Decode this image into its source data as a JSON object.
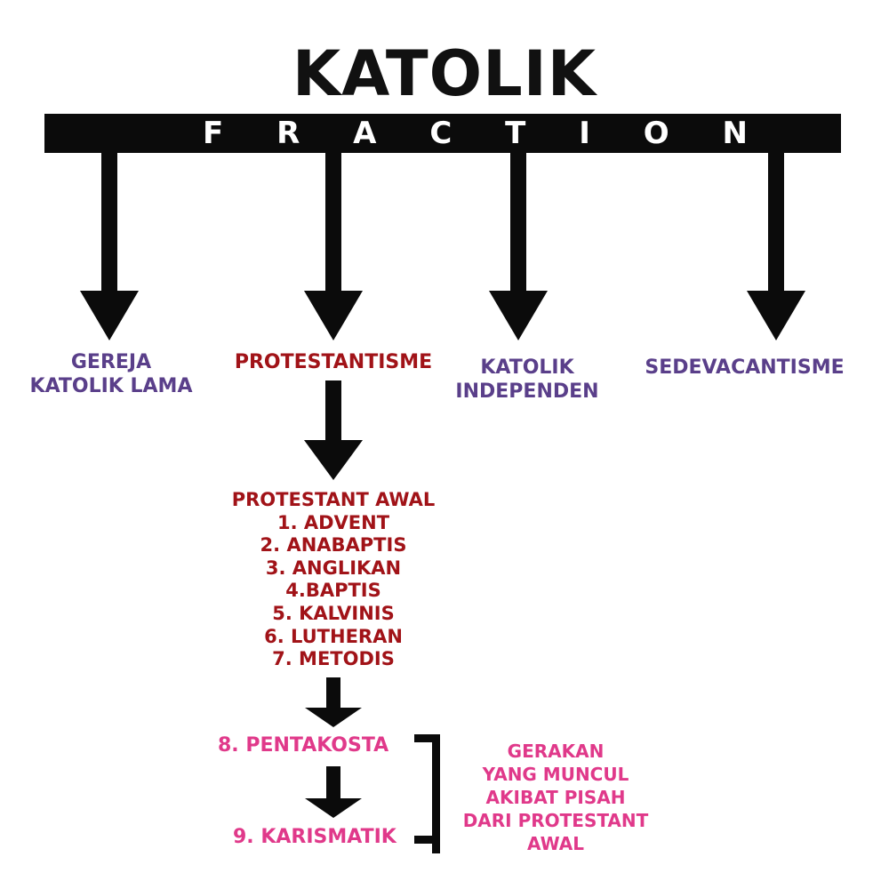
{
  "title": "KATOLIK",
  "fraction_letters": [
    "F",
    "R",
    "A",
    "C",
    "T",
    "I",
    "O",
    "N"
  ],
  "branches": {
    "b1": [
      "GEREJA",
      "KATOLIK LAMA"
    ],
    "b2": [
      "PROTESTANTISME"
    ],
    "b3": [
      "KATOLIK",
      "INDEPENDEN"
    ],
    "b4": [
      "SEDEVACANTISME"
    ]
  },
  "protestant": {
    "heading": "PROTESTANT AWAL",
    "items": [
      "1.  ADVENT",
      "2. ANABAPTIS",
      "3. ANGLIKAN",
      "4.BAPTIS",
      "5.  KALVINIS",
      "6. LUTHERAN",
      "7.  METODIS"
    ]
  },
  "later": {
    "item8": "8. PENTAKOSTA",
    "item9": "9.  KARISMATIK"
  },
  "note": [
    "GERAKAN",
    "YANG MUNCUL",
    "AKIBAT PISAH",
    "DARI PROTESTANT",
    "AWAL"
  ],
  "colors": {
    "purple": "#5a3f8a",
    "red": "#a11318",
    "pink": "#e0398a",
    "black": "#0b0b0b"
  }
}
